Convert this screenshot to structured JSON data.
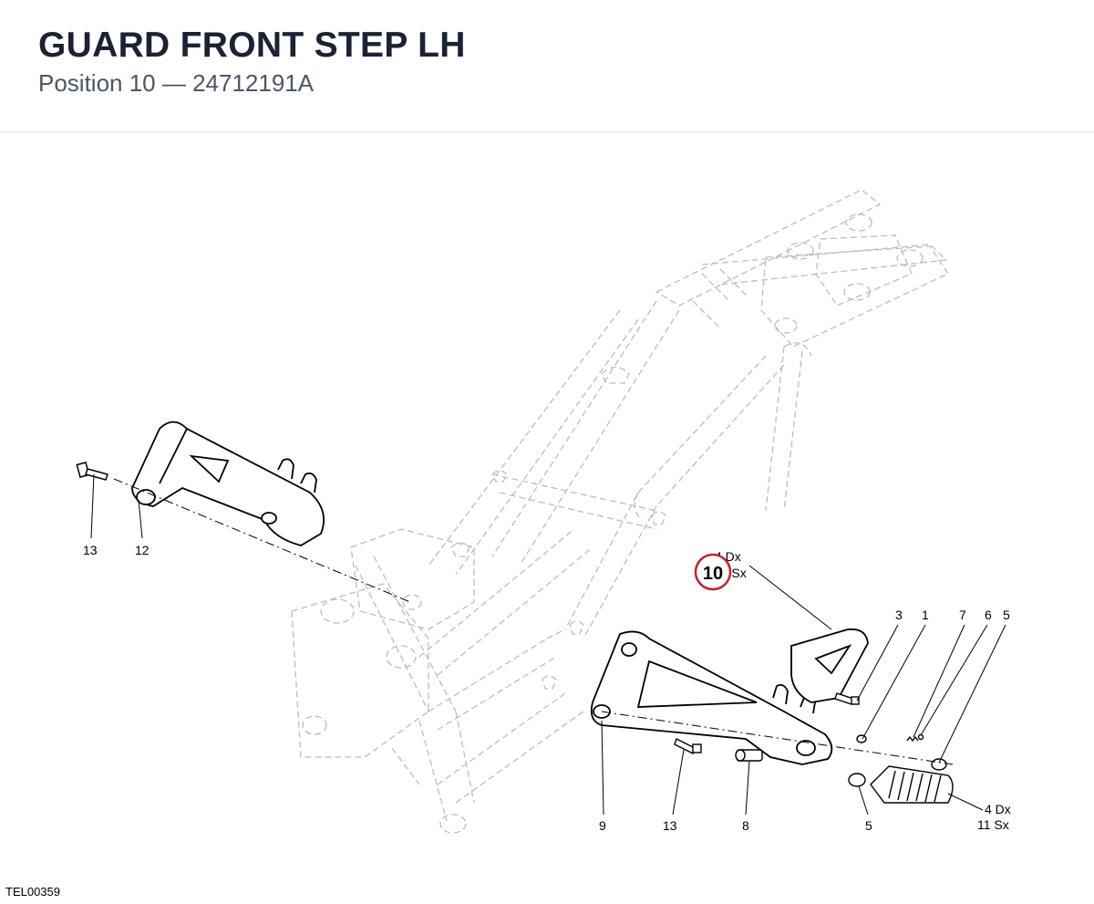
{
  "header": {
    "title": "GUARD FRONT STEP LH",
    "subtitle": "Position 10 — 24712191A"
  },
  "diagram": {
    "drawing_code": "TEL00359",
    "highlight_color": "#cc1f2d",
    "highlighted_callout": "10",
    "callouts": {
      "c13_left": "13",
      "c12": "12",
      "c4dx_top": "4 Dx",
      "c11sx_top": "11 Sx",
      "c3": "3",
      "c1": "1",
      "c7": "7",
      "c6": "6",
      "c5_top": "5",
      "c9": "9",
      "c13_bottom": "13",
      "c8": "8",
      "c5_bottom": "5",
      "c4dx_bottom": "4 Dx",
      "c11sx_bottom": "11 Sx"
    }
  }
}
